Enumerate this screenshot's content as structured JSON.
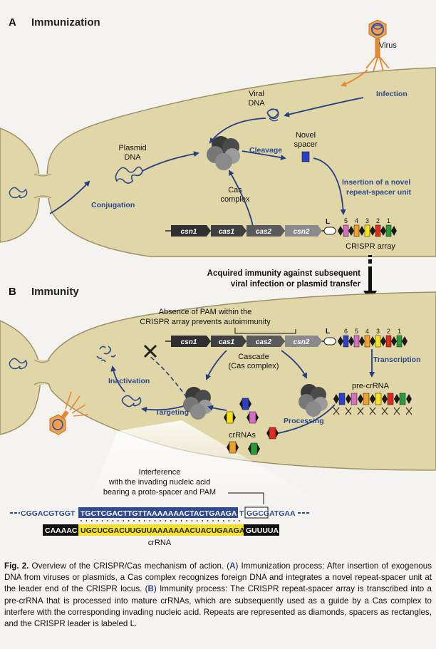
{
  "colors": {
    "background": "#f5f3f0",
    "cell_fill": "#e0d6a8",
    "cell_edge": "#9c9168",
    "arrow_blue": "#233e85",
    "label_blue": "#2c4a8c",
    "gene_dark": "#2f2f2f",
    "gene_mid": "#5a5a5a",
    "gene_light": "#8a8a8a",
    "virus_orange": "#e9892f",
    "crispr_blue_box": "#2f4a95",
    "crrna_yellow": "#f2e12a",
    "spacer_colors": [
      "#2c3fc9",
      "#d66fc4",
      "#f0a12b",
      "#f4e21e",
      "#e02b1e",
      "#2b9a3b"
    ]
  },
  "panel_a": {
    "letter": "A",
    "title": "Immunization",
    "virus": "Virus",
    "infection": "Infection",
    "viral_dna": [
      "Viral",
      "DNA"
    ],
    "plasmid_dna": [
      "Plasmid",
      "DNA"
    ],
    "cleavage": "Cleavage",
    "novel_spacer": [
      "Novel",
      "spacer"
    ],
    "insertion": [
      "Insertion of a novel",
      "repeat-spacer unit"
    ],
    "conjugation": "Conjugation",
    "cas_complex": [
      "Cas",
      "complex"
    ],
    "genes": [
      "csn1",
      "cas1",
      "cas2",
      "csn2"
    ],
    "leader": "L",
    "spacer_numbers": [
      "5",
      "4",
      "3",
      "2",
      "1"
    ],
    "array_label": "CRISPR array"
  },
  "transition": {
    "line1": "Acquired immunity against subsequent",
    "line2": "viral infection or plasmid transfer"
  },
  "panel_b": {
    "letter": "B",
    "title": "Immunity",
    "pam_note": [
      "Absence of PAM within the",
      "CRISPR array prevents autoimmunity"
    ],
    "genes": [
      "csn1",
      "cas1",
      "cas2",
      "csn2"
    ],
    "leader": "L",
    "spacer_numbers": [
      "6",
      "5",
      "4",
      "3",
      "2",
      "1"
    ],
    "transcription": "Transcription",
    "cascade": [
      "Cascade",
      "(Cas complex)"
    ],
    "pre_crrna": "pre-crRNA",
    "inactivation": "Inactivation",
    "targeting": "Targeting",
    "crrnas": "crRNAs",
    "processing": "Processing",
    "interference": [
      "Interference",
      "with the invading nucleic acid",
      "bearing a proto-spacer and PAM"
    ],
    "seq_left": "CGGACGTGGT",
    "seq_protospacer": "TGCTCGACTTGTTAAAAAAACTACTGAAGA",
    "seq_mid": "T",
    "seq_pam": "GGCG",
    "seq_right": "ATGAA",
    "crrna_left": "CAAAAC",
    "crrna_spacer": "UGCUCGACUUGUUAAAAAAACUACUGAAGA",
    "crrna_right": "GUUUUA",
    "crrna_label": "crRNA"
  },
  "caption": {
    "fig_label": "Fig. 2.",
    "intro": "Overview of the CRISPR/Cas mechanism of action. (",
    "letter_a": "A",
    "part_a": ") Immunization process: After insertion of exogenous DNA from viruses or plasmids, a Cas complex recognizes foreign DNA and integrates a novel repeat-spacer unit at the leader end of the CRISPR locus. (",
    "letter_b": "B",
    "part_b": ") Immunity process: The CRISPR repeat-spacer array is transcribed into a pre-crRNA that is processed into mature crRNAs, which are subsequently used as a guide by a Cas complex to interfere with the corresponding invading nucleic acid. Repeats are represented as diamonds, spacers as rectangles, and the CRISPR leader is labeled L."
  }
}
